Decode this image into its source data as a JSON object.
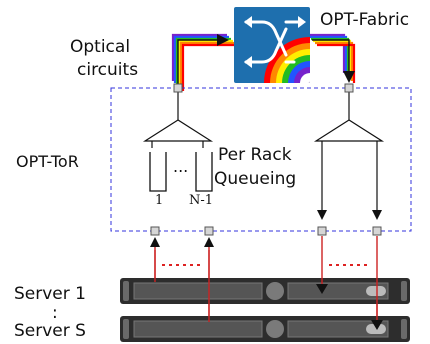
{
  "labels": {
    "optical_circuits_1": "Optical",
    "optical_circuits_2": "circuits",
    "opt_fabric": "OPT-Fabric",
    "opt_tor": "OPT-ToR",
    "per_rack_1": "Per Rack",
    "per_rack_2": "Queueing",
    "queue_first": "1",
    "queue_dots": "...",
    "queue_last": "N-1",
    "server_first": "Server 1",
    "server_dots": ":",
    "server_last": "Server S"
  },
  "colors": {
    "tor_border": "#3333dd",
    "fabric_bg": "#1e6fae",
    "arrow": "#111111",
    "server_link": "#cc2222",
    "dotted": "#dd2222",
    "port_fill": "#d6d6d6",
    "rainbow": [
      "#ff0000",
      "#ff8800",
      "#ffee00",
      "#22bb22",
      "#2255ff",
      "#7722cc"
    ]
  },
  "icons": {
    "fabric": "optical-switch-icon",
    "server": "rack-server-icon"
  }
}
